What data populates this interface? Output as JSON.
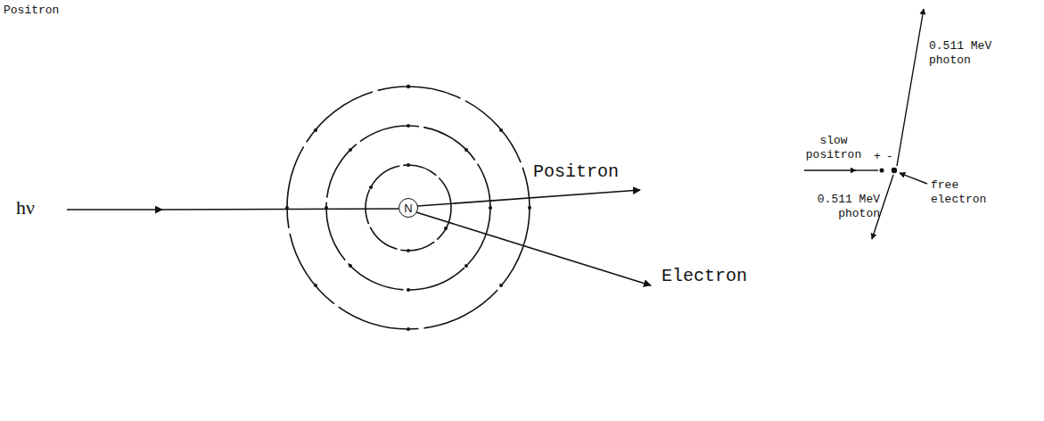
{
  "diagram": {
    "nodes": [
      {
        "text": [
          "N"
        ]
      }
    ],
    "labels": [
      "hν",
      "Positron",
      "Electron",
      "0.511 MeV photon",
      "0.511 MeV photon",
      "slow positron",
      "+",
      "-",
      "free electron",
      "Positron"
    ]
  }
}
